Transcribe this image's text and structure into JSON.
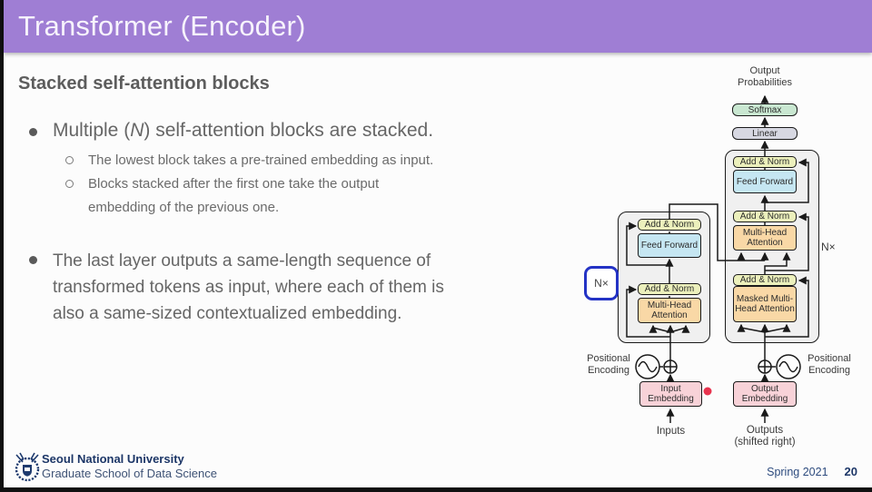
{
  "header": {
    "title": "Transformer (Encoder)"
  },
  "content": {
    "heading": "Stacked self-attention blocks",
    "bullet1": {
      "pre": "Multiple (",
      "var": "N",
      "post": ") self-attention blocks are stacked."
    },
    "sub1": "The lowest block takes a pre-trained embedding as input.",
    "sub2": "Blocks stacked after the first one take the output embedding of the previous one.",
    "bullet2": "The last layer outputs a same-length sequence of transformed tokens as input, where each of them is also a same-sized contextualized embedding."
  },
  "diagram": {
    "output_prob_l1": "Output",
    "output_prob_l2": "Probabilities",
    "softmax": "Softmax",
    "linear": "Linear",
    "add_norm": "Add & Norm",
    "feed_forward": "Feed Forward",
    "multi_head_attention": "Multi-Head Attention",
    "masked_multi_head_attention": "Masked Multi-Head Attention",
    "n_times_left": "N×",
    "n_times_right": "N×",
    "positional_l1": "Positional",
    "positional_l2": "Encoding",
    "input_embedding": "Input Embedding",
    "output_embedding": "Output Embedding",
    "inputs": "Inputs",
    "outputs": "Outputs",
    "outputs_note": "(shifted right)",
    "colors": {
      "softmax": "#c9e7d1",
      "linear": "#d7d8e2",
      "add_norm": "#ecf0bc",
      "feed_forward": "#c5e6f2",
      "attention": "#f9d8a6",
      "embedding": "#f8d2d8",
      "block_bg": "#f0f0f0",
      "outline": "#1a1a1a",
      "highlight_blue": "#2433c5",
      "laser_dot": "#e8334e"
    }
  },
  "footer": {
    "university": "Seoul National University",
    "school": "Graduate School of Data Science",
    "term": "Spring 2021",
    "page": "20"
  },
  "theme": {
    "header_purple": "#9f7ed4",
    "footer_navy": "#1c3667"
  }
}
